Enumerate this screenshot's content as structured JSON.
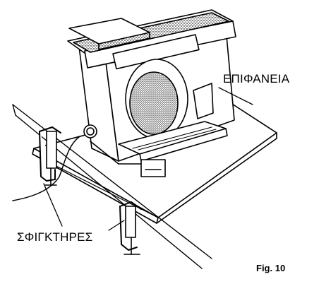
{
  "figure": {
    "label": "Fig. 10"
  },
  "callouts": {
    "surface": "ΕΠΙΦΑΝΕΙΑ",
    "clamps": "ΣΦΙΓΚΤΗΡΕΣ"
  },
  "colors": {
    "ink": "#000000",
    "paper": "#ffffff",
    "abrasive_dots": "#333333"
  }
}
